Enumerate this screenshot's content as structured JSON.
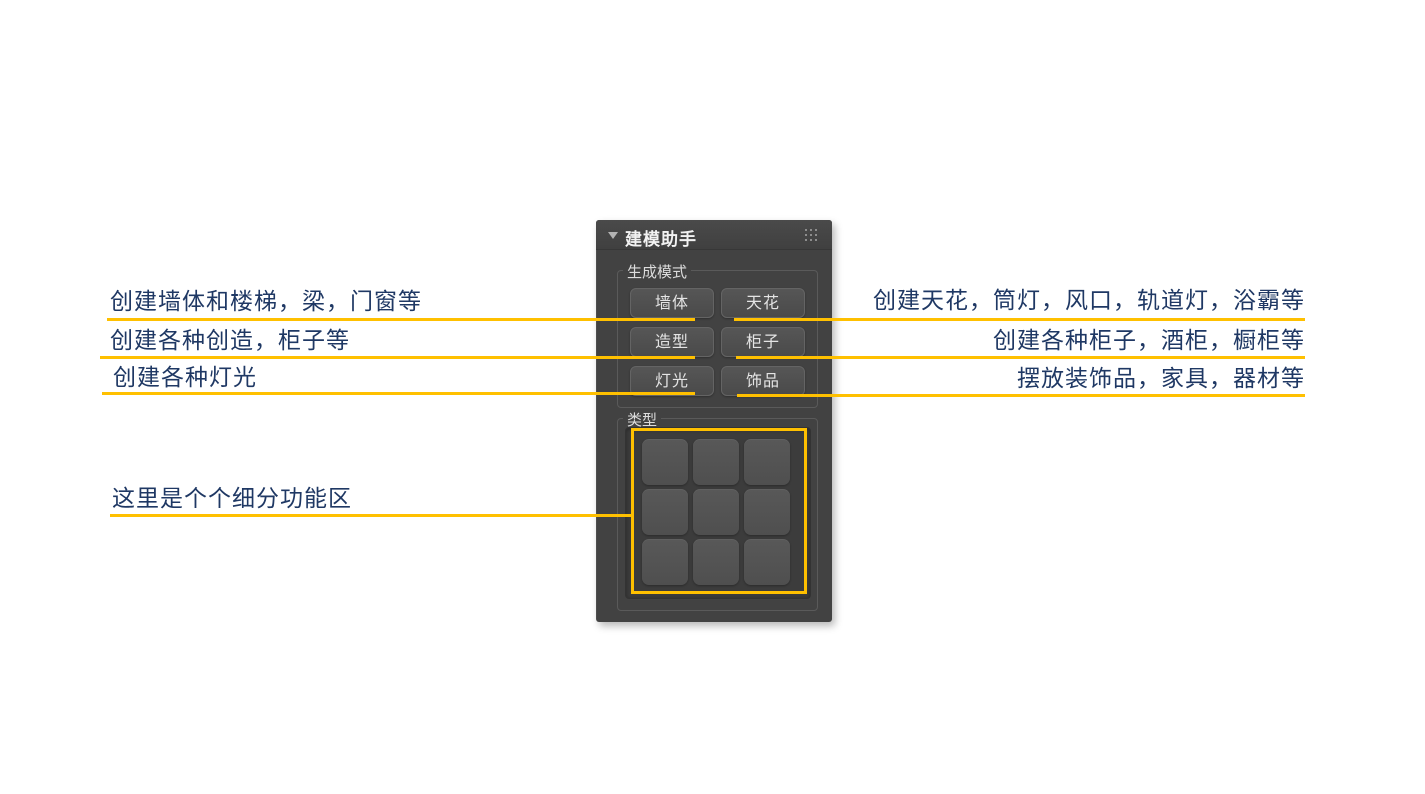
{
  "panel": {
    "header": {
      "title": "建模助手"
    },
    "group_generate": {
      "label": "生成模式",
      "buttons": [
        "墙体",
        "天花",
        "造型",
        "柜子",
        "灯光",
        "饰品"
      ]
    },
    "group_type": {
      "label": "类型",
      "cell_count": 9
    }
  },
  "annotations": {
    "left": [
      "创建墙体和楼梯，梁，门窗等",
      "创建各种创造，柜子等",
      "创建各种灯光"
    ],
    "right": [
      "创建天花，筒灯，风口，轨道灯，浴霸等",
      "创建各种柜子，酒柜，橱柜等",
      "摆放装饰品，家具，器材等"
    ],
    "grid_note": "这里是个个细分功能区",
    "line_color": "#FFC000",
    "text_color": "#1F3864"
  },
  "icons": {
    "collapse": "triangle-down-icon",
    "grip": "grip-dots-icon"
  }
}
